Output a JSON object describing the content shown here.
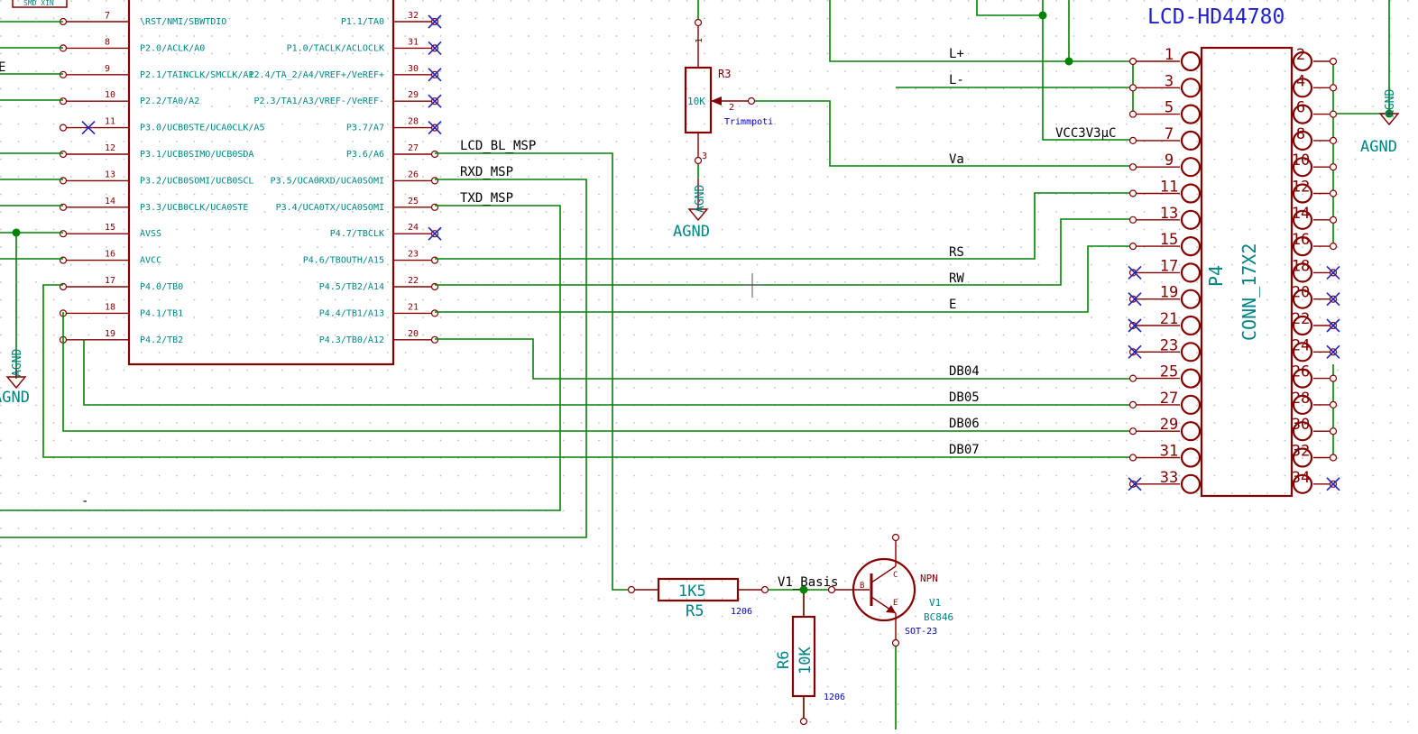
{
  "schematic": {
    "title": "LCD-HD44780",
    "top_left_fragment": "SMD XIN",
    "mcu": {
      "left_pins": [
        {
          "num": "7",
          "name": "\\RST/NMI/SBWTDIO"
        },
        {
          "num": "8",
          "name": "P2.0/ACLK/A0"
        },
        {
          "num": "9",
          "name": "P2.1/TAINCLK/SMCLK/A1"
        },
        {
          "num": "10",
          "name": "P2.2/TA0/A2"
        },
        {
          "num": "11",
          "name": "P3.0/UCB0STE/UCA0CLK/A5"
        },
        {
          "num": "12",
          "name": "P3.1/UCB0SIMO/UCB0SDA"
        },
        {
          "num": "13",
          "name": "P3.2/UCB0SOMI/UCB0SCL"
        },
        {
          "num": "14",
          "name": "P3.3/UCB0CLK/UCA0STE"
        },
        {
          "num": "15",
          "name": "AVSS"
        },
        {
          "num": "16",
          "name": "AVCC"
        },
        {
          "num": "17",
          "name": "P4.0/TB0"
        },
        {
          "num": "18",
          "name": "P4.1/TB1"
        },
        {
          "num": "19",
          "name": "P4.2/TB2"
        }
      ],
      "right_pins": [
        {
          "num": "32",
          "name": "P1.1/TA0"
        },
        {
          "num": "31",
          "name": "P1.0/TACLK/ACLOCLK"
        },
        {
          "num": "30",
          "name": "P2.4/TA_2/A4/VREF+/VeREF+"
        },
        {
          "num": "29",
          "name": "P2.3/TA1/A3/VREF-/VeREF-"
        },
        {
          "num": "28",
          "name": "P3.7/A7"
        },
        {
          "num": "27",
          "name": "P3.6/A6"
        },
        {
          "num": "26",
          "name": "P3.5/UCA0RXD/UCA0SOMI"
        },
        {
          "num": "25",
          "name": "P3.4/UCA0TX/UCA0SOMI"
        },
        {
          "num": "24",
          "name": "P4.7/TBCLK"
        },
        {
          "num": "23",
          "name": "P4.6/TBOUTH/A15"
        },
        {
          "num": "22",
          "name": "P4.5/TB2/A14"
        },
        {
          "num": "21",
          "name": "P4.4/TB1/A13"
        },
        {
          "num": "20",
          "name": "P4.3/TB0/A12"
        }
      ]
    },
    "nets": {
      "lcd_bl": "LCD_BL_MSP",
      "rxd": "RXD_MSP",
      "txd": "TXD_MSP",
      "lplus": "L+",
      "lminus": "L-",
      "vcc": "VCC3V3µC",
      "va": "Va",
      "rs": "RS",
      "rw": "RW",
      "e": "E",
      "db04": "DB04",
      "db05": "DB05",
      "db06": "DB06",
      "db07": "DB07",
      "v1basis": "V1_Basis",
      "left_e_fragment": "E",
      "left_dash": "-"
    },
    "r3": {
      "ref": "R3",
      "value": "10K",
      "label": "Trimmpoti",
      "pin1": "1",
      "pin2": "2",
      "pin3": "3"
    },
    "agnd": {
      "label": "AGND",
      "rot_label": "AGND"
    },
    "connector": {
      "ref": "P4",
      "value": "CONN_17X2",
      "odd": [
        "1",
        "3",
        "5",
        "7",
        "9",
        "11",
        "13",
        "15",
        "17",
        "19",
        "21",
        "23",
        "25",
        "27",
        "29",
        "31",
        "33"
      ],
      "even": [
        "2",
        "4",
        "6",
        "8",
        "10",
        "12",
        "14",
        "16",
        "18",
        "20",
        "22",
        "24",
        "26",
        "28",
        "30",
        "32",
        "34"
      ]
    },
    "r5": {
      "ref": "R5",
      "value": "1K5",
      "footprint": "1206"
    },
    "r6": {
      "ref": "R6",
      "value": "10K",
      "footprint": "1206"
    },
    "v1": {
      "ref": "V1",
      "value": "BC846",
      "type": "NPN",
      "footprint": "SOT-23",
      "pin_b": "B",
      "pin_c": "C",
      "pin_e": "E"
    },
    "colors": {
      "wire": "#008400",
      "component": "#840000",
      "pin_text": "#008484",
      "footprint": "#0000c4",
      "no_connect": "#2020c0",
      "title": "#2020d0"
    }
  }
}
